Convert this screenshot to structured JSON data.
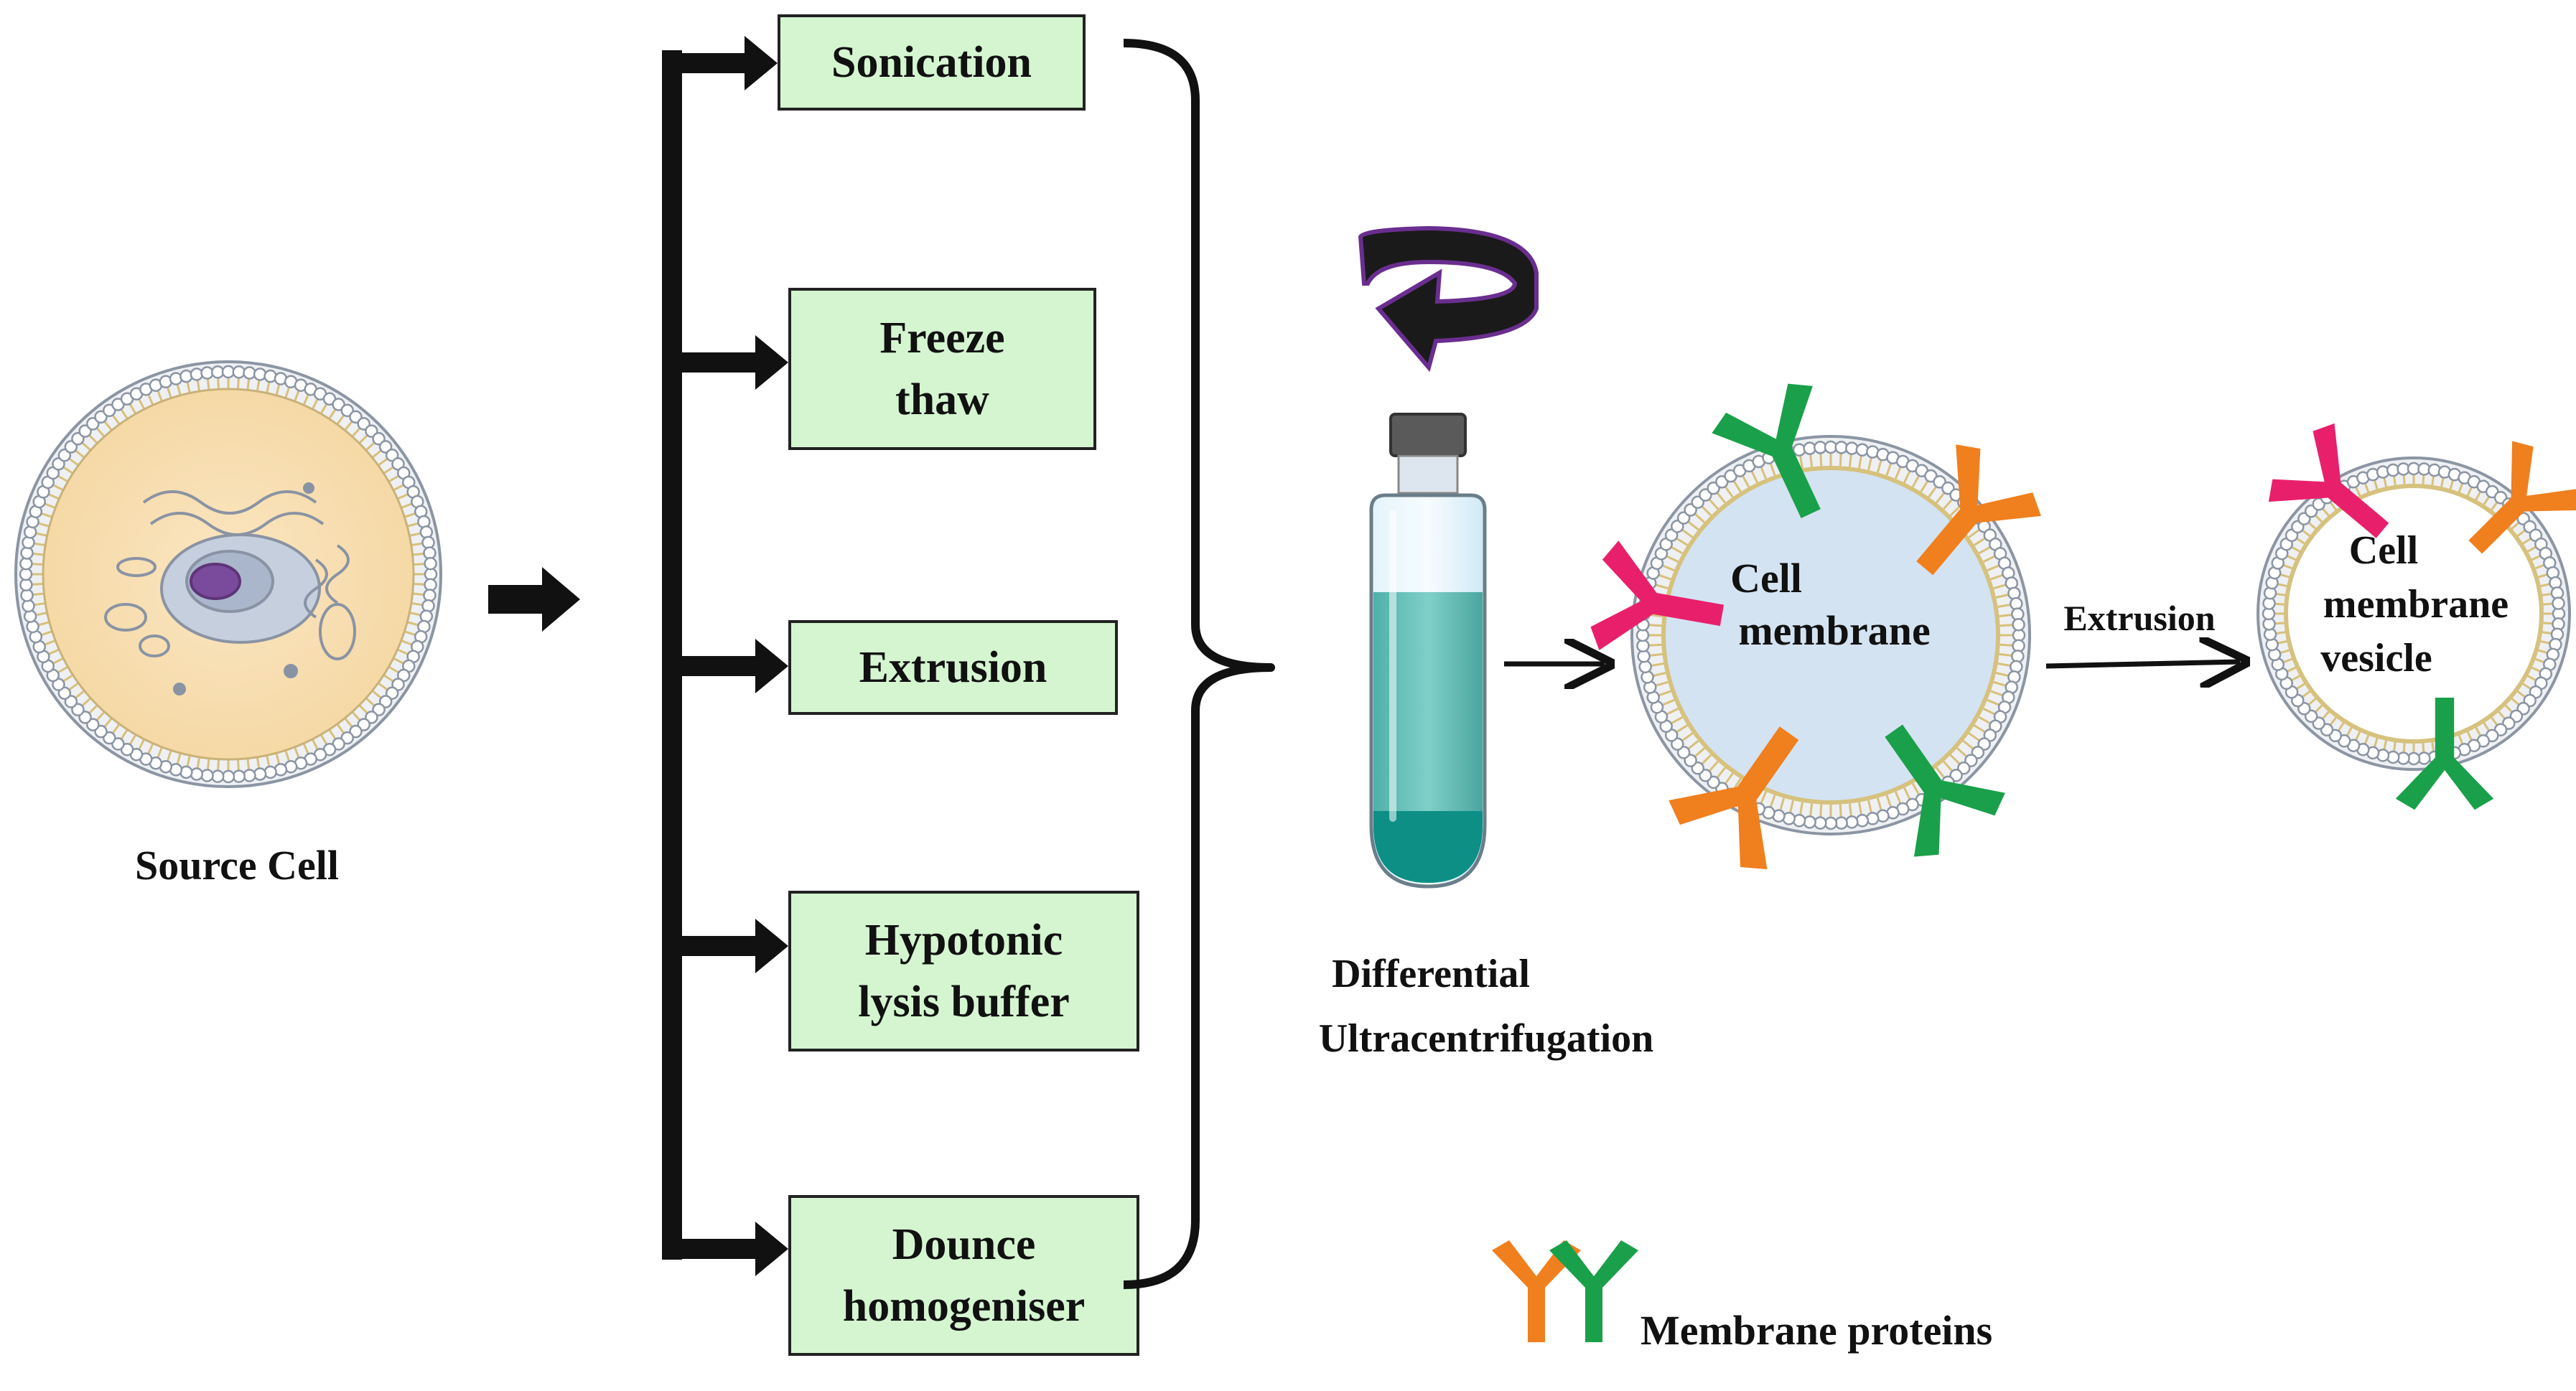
{
  "source_cell": {
    "label": "Source Cell"
  },
  "methods": [
    {
      "lines": [
        "Sonication"
      ]
    },
    {
      "lines": [
        "Freeze",
        "thaw"
      ]
    },
    {
      "lines": [
        "Extrusion"
      ]
    },
    {
      "lines": [
        "Hypotonic",
        "lysis buffer"
      ]
    },
    {
      "lines": [
        "Dounce",
        "homogeniser"
      ]
    }
  ],
  "centrifugation": {
    "lines": [
      "Differential",
      "Ultracentrifugation"
    ]
  },
  "membrane": {
    "lines": [
      "Cell",
      "membrane"
    ]
  },
  "extrusion_step": {
    "label": "Extrusion"
  },
  "vesicle": {
    "lines": [
      "Cell",
      "membrane",
      "vesicle"
    ]
  },
  "legend": {
    "label": "Membrane proteins"
  },
  "colors": {
    "box_fill": "#d4f5d0",
    "protein_orange": "#f07f1e",
    "protein_green": "#1aa04a",
    "protein_pink": "#e8206c",
    "vesicle_core": "#d4e3f2",
    "liquid": "#5fbdb6",
    "rotation_arrow": "#6a2e8f"
  }
}
